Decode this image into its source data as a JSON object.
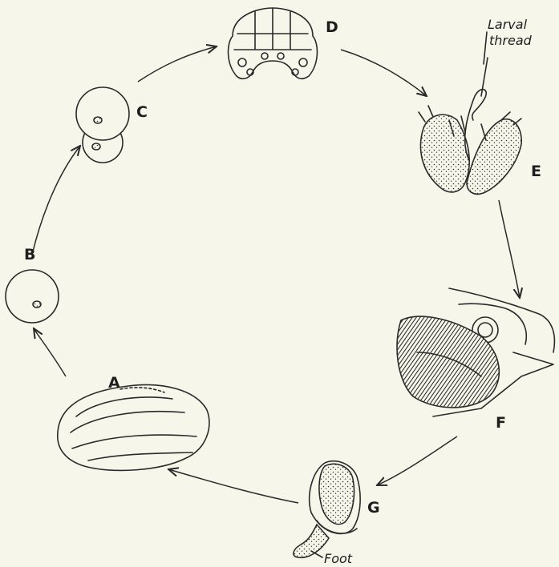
{
  "stages": {
    "A": "A",
    "B": "B",
    "C": "C",
    "D": "D",
    "E": "E",
    "F": "F",
    "G": "G"
  },
  "annotations": {
    "larval_line1": "Larval",
    "larval_line2": "thread",
    "foot": "Foot"
  },
  "colors": {
    "background": "#f7f6ea",
    "ink": "#2a2a2a"
  }
}
